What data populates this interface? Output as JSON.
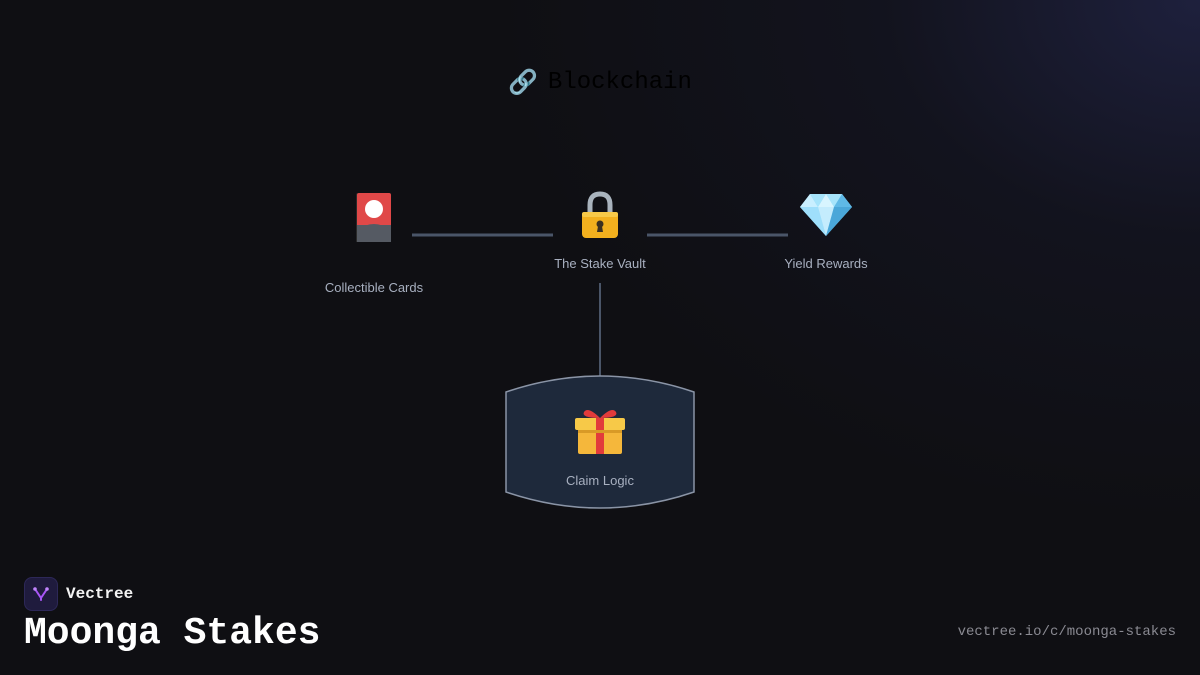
{
  "colors": {
    "background": "#0f0f13",
    "edge": "#4a5568",
    "label": "#a8b0c0",
    "claim_fill": "#1e293b",
    "claim_stroke": "#8a94a6",
    "brand_accent": "#a855f7"
  },
  "diagram": {
    "title": "Blockchain",
    "title_icon": "link-icon",
    "nodes": [
      {
        "id": "cards",
        "label": "Collectible Cards",
        "icon": "playing-card-icon"
      },
      {
        "id": "vault",
        "label": "The Stake Vault",
        "icon": "lock-icon"
      },
      {
        "id": "rewards",
        "label": "Yield Rewards",
        "icon": "gem-icon"
      },
      {
        "id": "claim",
        "label": "Claim Logic",
        "icon": "gift-icon"
      }
    ],
    "edges": [
      {
        "from": "cards",
        "to": "vault"
      },
      {
        "from": "vault",
        "to": "rewards"
      },
      {
        "from": "vault",
        "to": "claim"
      }
    ]
  },
  "footer": {
    "brand": "Vectree",
    "brand_icon": "vectree-logo-icon",
    "title": "Moonga Stakes",
    "url": "vectree.io/c/moonga-stakes"
  }
}
